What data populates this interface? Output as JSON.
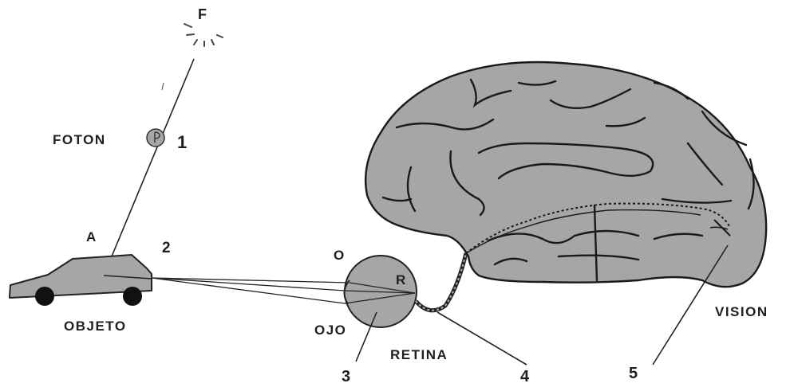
{
  "labels": {
    "source": "F",
    "photon": "FOTON",
    "point_a": "A",
    "object": "OBJETO",
    "point_o": "O",
    "point_r": "R",
    "eye": "OJO",
    "retina": "RETINA",
    "vision": "VISION"
  },
  "numbers": {
    "n1": "1",
    "n2": "2",
    "n3": "3",
    "n4": "4",
    "n5": "5"
  },
  "colors": {
    "fill": "#a6a6a6",
    "stroke": "#1a1a1a",
    "background": "#ffffff"
  }
}
